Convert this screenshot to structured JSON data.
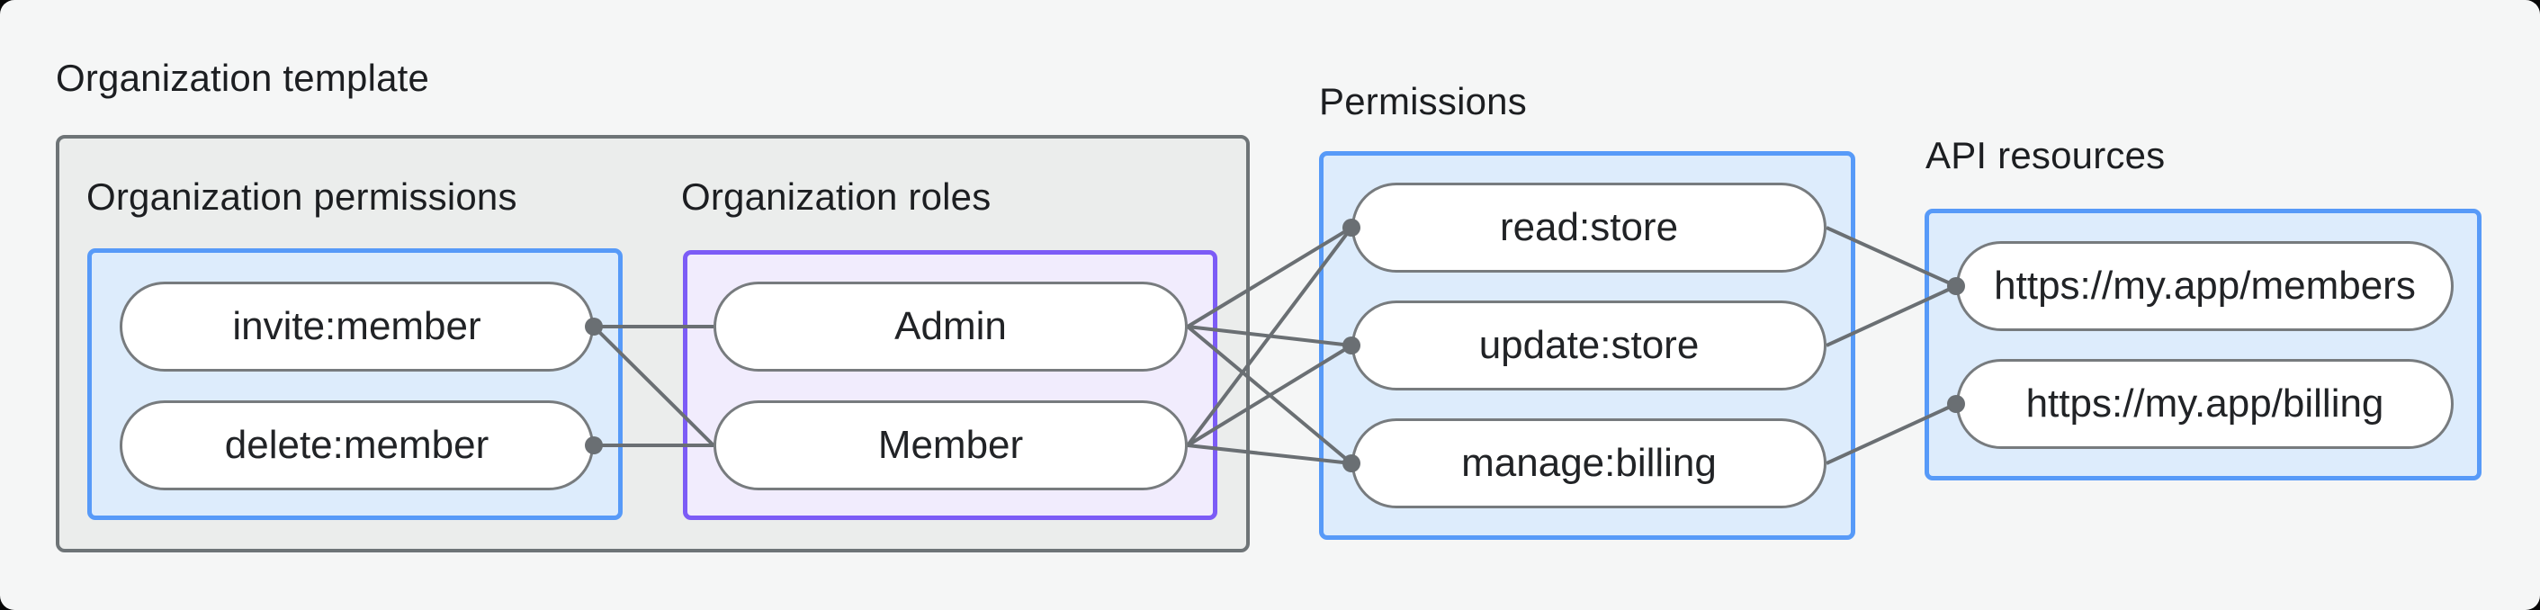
{
  "diagram": {
    "org_template_label": "Organization template",
    "groups": {
      "org_permissions": {
        "label": "Organization permissions",
        "pills": [
          {
            "id": "invite",
            "label": "invite:member"
          },
          {
            "id": "delete",
            "label": "delete:member"
          }
        ]
      },
      "org_roles": {
        "label": "Organization roles",
        "pills": [
          {
            "id": "admin",
            "label": "Admin"
          },
          {
            "id": "member",
            "label": "Member"
          }
        ]
      },
      "permissions": {
        "label": "Permissions",
        "pills": [
          {
            "id": "read",
            "label": "read:store"
          },
          {
            "id": "update",
            "label": "update:store"
          },
          {
            "id": "manage",
            "label": "manage:billing"
          }
        ]
      },
      "api_resources": {
        "label": "API resources",
        "pills": [
          {
            "id": "members",
            "label": "https://my.app/members"
          },
          {
            "id": "billing",
            "label": "https://my.app/billing"
          }
        ]
      }
    },
    "edges": [
      {
        "from": "invite",
        "to": "admin"
      },
      {
        "from": "invite",
        "to": "member"
      },
      {
        "from": "delete",
        "to": "member"
      },
      {
        "from": "admin",
        "to": "read"
      },
      {
        "from": "admin",
        "to": "update"
      },
      {
        "from": "admin",
        "to": "manage"
      },
      {
        "from": "member",
        "to": "read"
      },
      {
        "from": "member",
        "to": "update"
      },
      {
        "from": "member",
        "to": "manage"
      },
      {
        "from": "read",
        "to": "members"
      },
      {
        "from": "update",
        "to": "members"
      },
      {
        "from": "manage",
        "to": "billing"
      }
    ],
    "dots": [
      {
        "node": "invite",
        "side": "right"
      },
      {
        "node": "delete",
        "side": "right"
      },
      {
        "node": "read",
        "side": "left"
      },
      {
        "node": "update",
        "side": "left"
      },
      {
        "node": "manage",
        "side": "left"
      },
      {
        "node": "members",
        "side": "left"
      },
      {
        "node": "billing",
        "side": "left"
      }
    ],
    "colors": {
      "background": "#f5f6f6",
      "gray_box_fill": "#ebedec",
      "gray_box_border": "#6e7477",
      "blue_box_fill": "#ddecfc",
      "blue_box_border": "#579af8",
      "purple_box_fill": "#f1ecfd",
      "purple_box_border": "#7c5cf6",
      "pill_border": "#777b7e",
      "connector": "#6a6f73",
      "text": "#1c1e21"
    }
  }
}
